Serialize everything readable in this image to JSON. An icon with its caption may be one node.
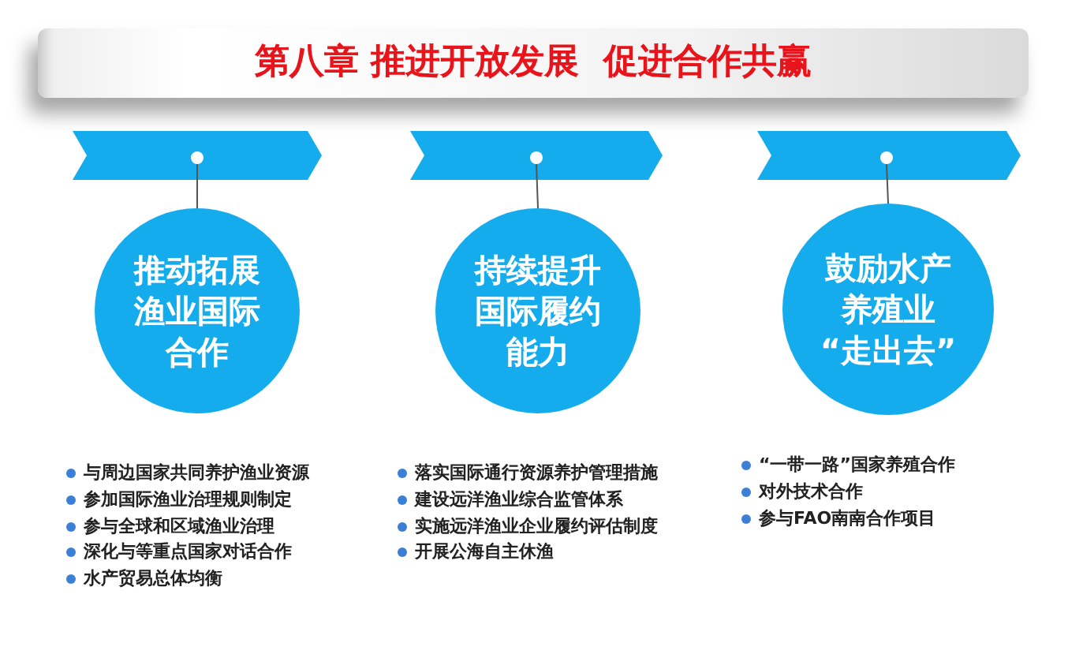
{
  "diagram": {
    "title": "第八章 推进开放发展  促进合作共赢",
    "nodes": [
      {
        "text": [],
        "shape": "chevron"
      },
      {
        "text": [],
        "shape": "circle",
        "in": 0
      },
      {
        "text": [],
        "shape": "chevron"
      },
      {
        "text": [],
        "shape": "circle",
        "in": 2
      },
      {
        "text": [],
        "shape": "chevron"
      },
      {
        "text": [],
        "shape": "circle",
        "in": 4
      },
      {
        "text": [
          "推动拓展渔业国际合作"
        ],
        "beside": [
          "与周边国家共同养护渔业资源",
          "参加国际渔业治理规则制定",
          "参与全球和区域渔业治理",
          "深化与等重点国家对话合作",
          "水产贸易总体均衡"
        ]
      },
      {
        "text": [
          "持续提升国际履约能力"
        ],
        "beside": [
          "落实国际通行资源养护管理措施",
          "建设远洋渔业综合监管体系",
          "实施远洋渔业企业履约评估制度",
          "开展公海自主休渔"
        ]
      },
      {
        "text": [
          "鼓励水产养殖业“走出去”"
        ],
        "beside": [
          "“一带一路”国家养殖合作",
          "对外技术合作",
          "参与FAO南南合作项目"
        ]
      }
    ],
    "edges": [
      {
        "from": 1,
        "to": 6,
        "arrow": "none"
      },
      {
        "from": 3,
        "to": 7,
        "arrow": "none"
      },
      {
        "from": 5,
        "to": 8,
        "arrow": "none"
      }
    ]
  }
}
